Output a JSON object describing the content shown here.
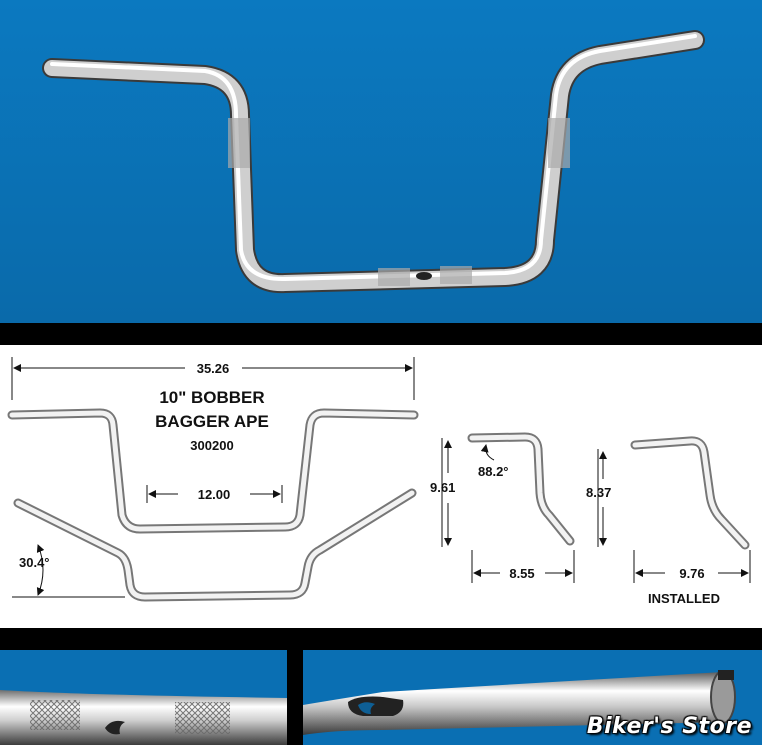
{
  "product": {
    "title_line1": "10\" BOBBER",
    "title_line2": "BAGGER APE",
    "part_number": "300200"
  },
  "dimensions": {
    "overall_width": "35.26",
    "center_width": "12.00",
    "pullback_angle": "30.4°",
    "rise": "9.61",
    "end_angle": "88.2°",
    "pullback": "8.55",
    "installed_rise": "8.37",
    "installed_pullback": "9.76",
    "installed_label": "INSTALLED"
  },
  "watermark": "Biker's Store",
  "colors": {
    "blue_background": "#0a73b8",
    "chrome": "#d9d9d9"
  }
}
